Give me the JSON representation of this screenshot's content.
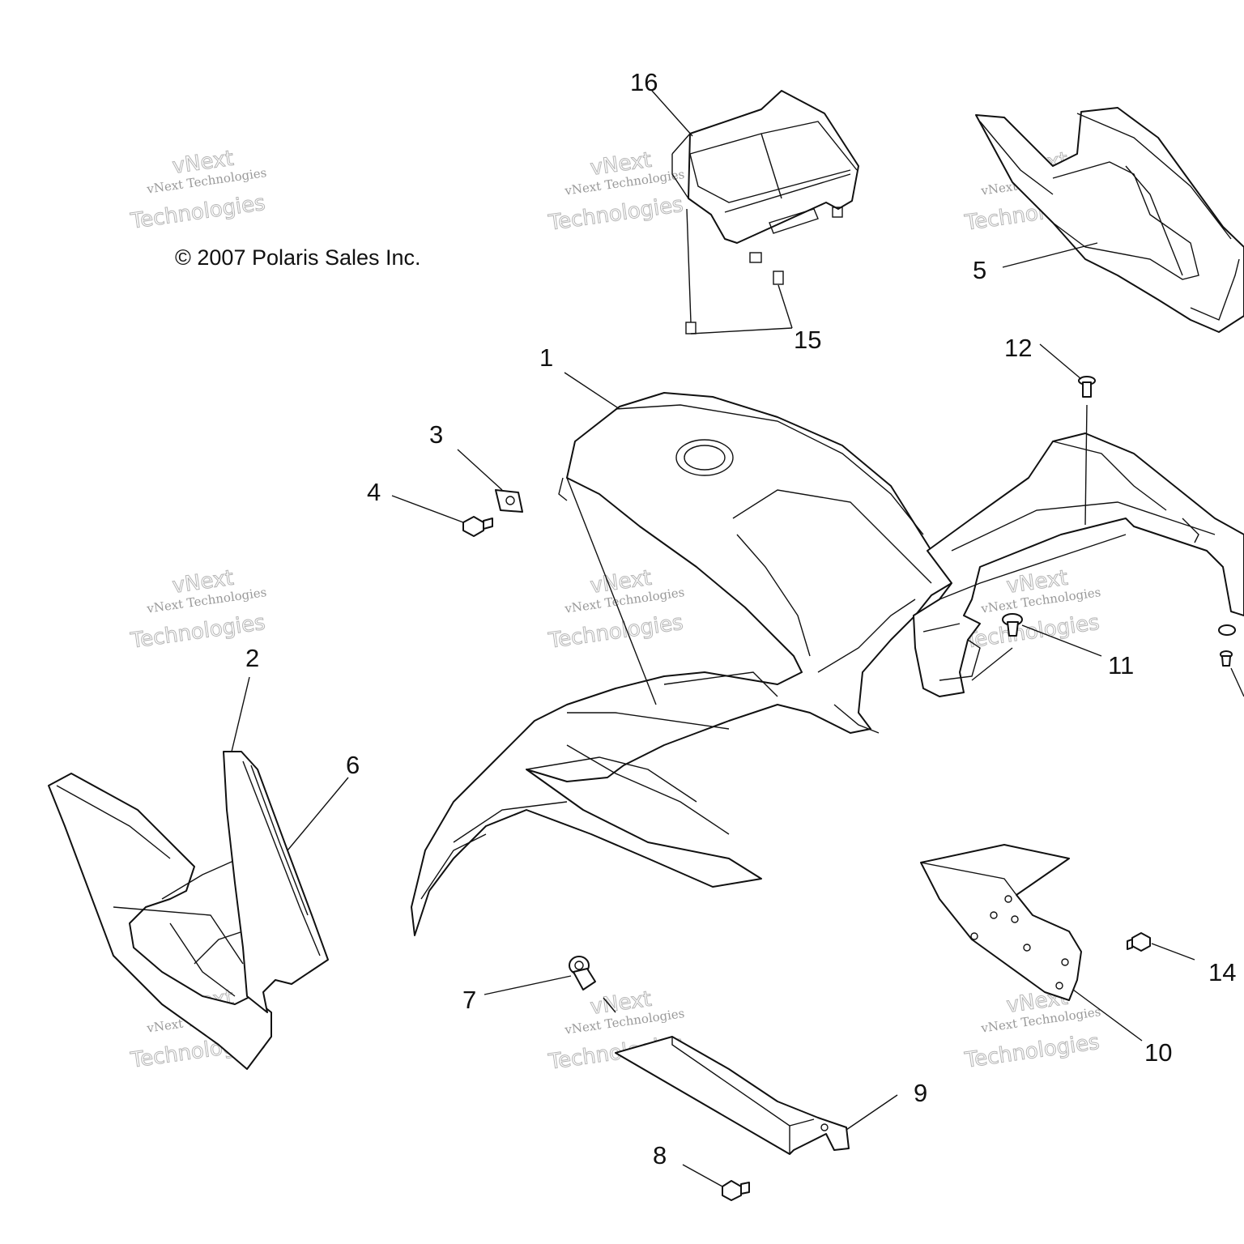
{
  "copyright": "© 2007 Polaris Sales Inc.",
  "watermark": {
    "line1": "vNext Technologies",
    "line2": "vNext",
    "line3": "Technologies"
  },
  "callouts": [
    "1",
    "2",
    "3",
    "4",
    "5",
    "6",
    "7",
    "8",
    "9",
    "10",
    "11",
    "12",
    "14",
    "15",
    "16"
  ],
  "parts": [
    {
      "ref": "1",
      "name": "front-cab-body"
    },
    {
      "ref": "2",
      "name": "side-panel"
    },
    {
      "ref": "3",
      "name": "nut-clip"
    },
    {
      "ref": "4",
      "name": "screw"
    },
    {
      "ref": "5",
      "name": "rear-rack-cover"
    },
    {
      "ref": "6",
      "name": "edge-trim"
    },
    {
      "ref": "7",
      "name": "push-rivet"
    },
    {
      "ref": "8",
      "name": "screw"
    },
    {
      "ref": "9",
      "name": "heat-shield-bracket"
    },
    {
      "ref": "10",
      "name": "heat-shield-plate"
    },
    {
      "ref": "11",
      "name": "push-rivet"
    },
    {
      "ref": "12",
      "name": "rivet"
    },
    {
      "ref": "14",
      "name": "screw"
    },
    {
      "ref": "15",
      "name": "decal-strips"
    },
    {
      "ref": "16",
      "name": "headlight-pod"
    }
  ]
}
